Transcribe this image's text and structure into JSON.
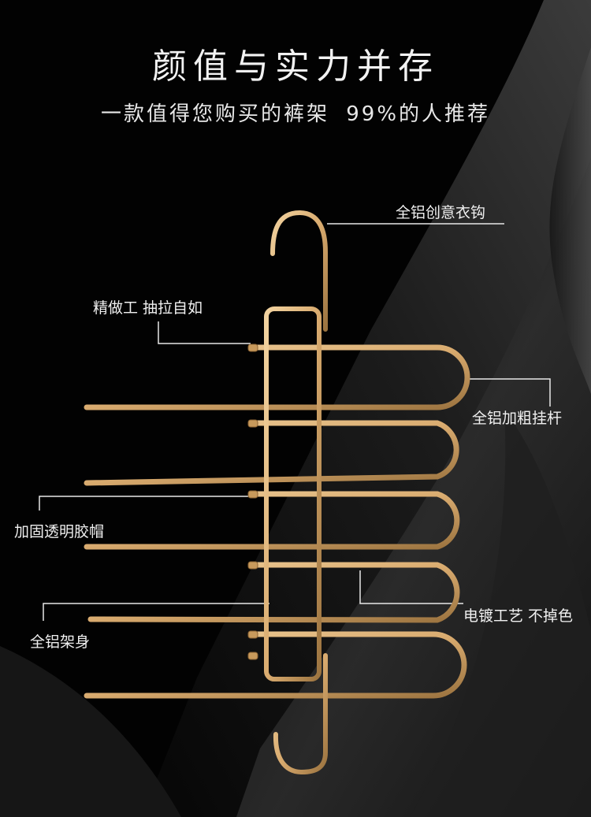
{
  "page": {
    "title": "颜值与实力并存",
    "subtitle": "一款值得您购买的裤架  99%的人推荐"
  },
  "callouts": {
    "hook": "全铝创意衣钩",
    "craft": "精做工 抽拉自如",
    "bars": "全铝加粗挂杆",
    "caps": "加固透明胶帽",
    "finish": "电镀工艺 不掉色",
    "frame": "全铝架身"
  },
  "colors": {
    "background": "#020202",
    "gold": "#d9ab6f",
    "gold_light": "#f2d3a0",
    "gold_dark": "#9c7440",
    "text": "#f0f0f0"
  }
}
